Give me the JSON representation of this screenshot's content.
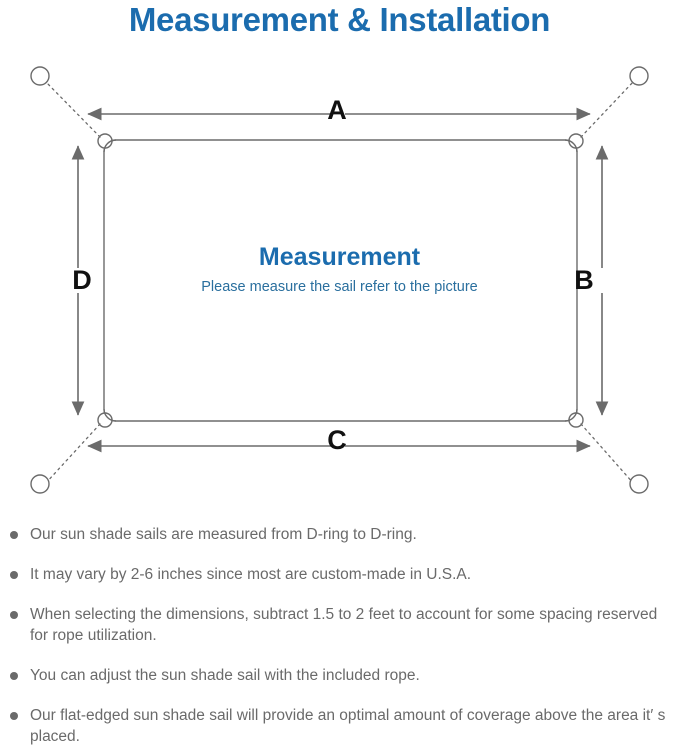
{
  "title": "Measurement & Installation",
  "colors": {
    "title_blue": "#1b6cae",
    "subtitle_blue": "#2a6f9e",
    "line_gray": "#6b6b6b",
    "sail_outline": "#6b6b6b",
    "text_gray": "#6a6a6a",
    "label_black": "#111111"
  },
  "diagram": {
    "center_title": "Measurement",
    "center_subtitle": "Please measure the sail refer to the picture",
    "dimension_labels": {
      "top": "A",
      "right": "B",
      "bottom": "C",
      "left": "D"
    },
    "anchors": [
      {
        "name": "anchor-top-left"
      },
      {
        "name": "anchor-top-right"
      },
      {
        "name": "anchor-bottom-left"
      },
      {
        "name": "anchor-bottom-right"
      }
    ],
    "d_rings": [
      {
        "name": "d-ring-top-left"
      },
      {
        "name": "d-ring-top-right"
      },
      {
        "name": "d-ring-bottom-left"
      },
      {
        "name": "d-ring-bottom-right"
      }
    ]
  },
  "notes": [
    "Our sun shade sails are measured from D-ring to D-ring.",
    "It may vary by 2-6 inches since most are custom-made in U.S.A.",
    "When selecting the dimensions, subtract 1.5 to 2 feet to account for some spacing reserved for rope utilization.",
    "You can adjust the sun shade sail with the included rope.",
    "Our flat-edged sun shade sail will provide an optimal amount of coverage above the area it′ s placed."
  ]
}
